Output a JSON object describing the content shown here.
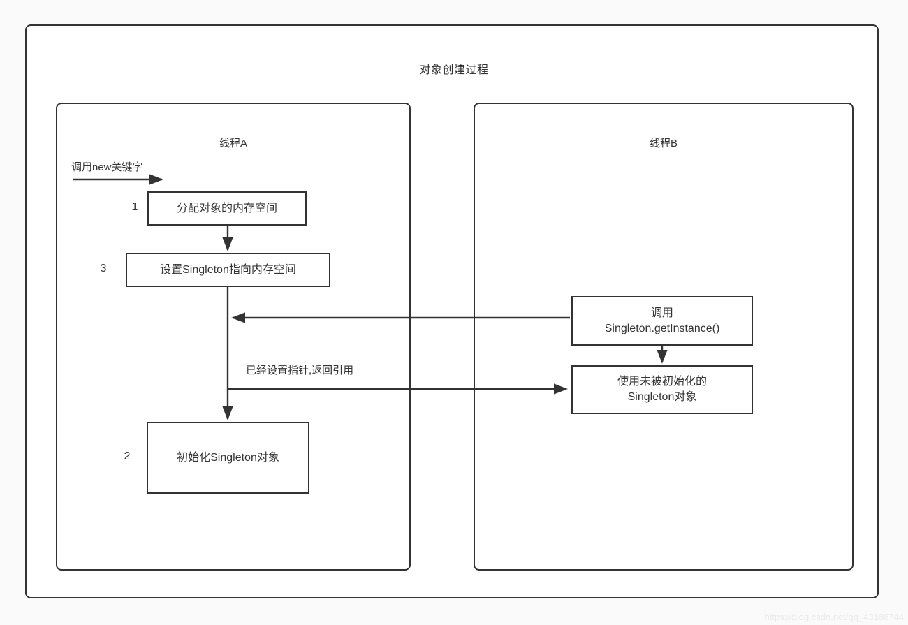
{
  "diagram": {
    "title": "对象创建过程",
    "type": "flow-diagram",
    "lanes": [
      {
        "id": "thread-a",
        "label": "线程A"
      },
      {
        "id": "thread-b",
        "label": "线程B"
      }
    ],
    "nodes": [
      {
        "id": "alloc",
        "lane": "thread-a",
        "step": "1",
        "text": "分配对象的内存空间"
      },
      {
        "id": "setptr",
        "lane": "thread-a",
        "step": "3",
        "text": "设置Singleton指向内存空间"
      },
      {
        "id": "init",
        "lane": "thread-a",
        "step": "2",
        "text": "初始化Singleton对象"
      },
      {
        "id": "getinst",
        "lane": "thread-b",
        "step": "",
        "text": "调用\nSingleton.getInstance()"
      },
      {
        "id": "useuninit",
        "lane": "thread-b",
        "step": "",
        "text": "使用未被初始化的\nSingleton对象"
      }
    ],
    "edges": [
      {
        "id": "edge-new",
        "from": "",
        "to": "alloc",
        "label": "调用new关键字"
      },
      {
        "id": "edge-alloc-setptr",
        "from": "alloc",
        "to": "setptr",
        "label": ""
      },
      {
        "id": "edge-getinst-threadA",
        "from": "getinst",
        "to": "thread-a-lifeline",
        "label": ""
      },
      {
        "id": "edge-return",
        "from": "thread-a-lifeline",
        "to": "useuninit",
        "label": "已经设置指针,返回引用"
      },
      {
        "id": "edge-getinst-useuninit",
        "from": "getinst",
        "to": "useuninit",
        "label": ""
      },
      {
        "id": "edge-setptr-init",
        "from": "setptr",
        "to": "init",
        "label": ""
      }
    ],
    "step_numbers": {
      "alloc": "1",
      "setptr": "3",
      "init": "2"
    },
    "colors": {
      "stroke": "#333333",
      "node_fill": "#ffffff",
      "canvas": "#fafafa",
      "text": "#333333",
      "watermark": "#eaeaea"
    }
  },
  "watermark": {
    "text": "https://blog.csdn.net/qq_43188744"
  }
}
